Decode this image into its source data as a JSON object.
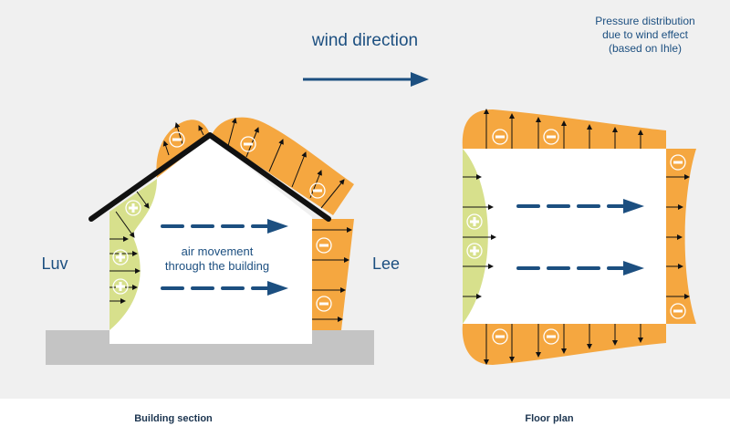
{
  "title": "wind direction",
  "note": [
    "Pressure distribution",
    "due to wind effect",
    "(based on Ihle)"
  ],
  "labels": {
    "windward": "Luv",
    "leeward": "Lee",
    "air_line1": "air movement",
    "air_line2": "through the building"
  },
  "symbols": {
    "positive": "+",
    "negative": "−"
  },
  "captions": {
    "section": "Building section",
    "plan": "Floor plan"
  },
  "colors": {
    "suction": "#f5a740",
    "pressure": "#d7e08c",
    "accent": "#1c4f80",
    "ground": "#c4c4c4",
    "background": "#f0f0f0"
  }
}
